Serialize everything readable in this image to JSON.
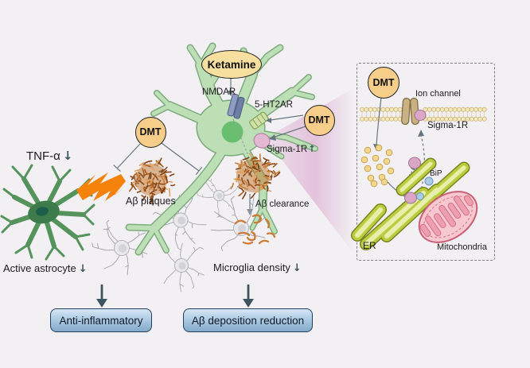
{
  "scene": {
    "tnf": {
      "text": "TNF-α",
      "arrow": "↓"
    },
    "active_astrocyte": {
      "text": "Active astrocyte",
      "arrow": "↓"
    },
    "ab_plaques": "Aβ plaques",
    "ab_clearance": "Aβ clearance",
    "microglia_density": {
      "text": "Microglia density",
      "arrow": "↓"
    },
    "ketamine": "Ketamine",
    "dmt": "DMT",
    "nmdar": "NMDAR",
    "ht2ar": "5-HT2AR",
    "sigma1r": {
      "text": "Sigma-1R",
      "arrow": "↑"
    }
  },
  "outcomes": {
    "anti_inflammatory": "Anti-inflammatory",
    "ab_deposition_reduction": "Aβ deposition reduction"
  },
  "inset": {
    "dmt": "DMT",
    "ion_channel": "Ion channel",
    "sigma1r": "Sigma-1R",
    "bip": "BiP",
    "er": "ER",
    "mitochondria": "Mitochondria"
  },
  "colors": {
    "background": "#F2F0F3",
    "neuron_fill": "#BCDFB6",
    "neuron_outline": "#7FAC7F",
    "nucleus": "#69BE70",
    "astrocyte": "#55935C",
    "plaque": "#A85A20",
    "drug_fill": "#F6CE8A",
    "ketamine_fill": "#F7DF9F",
    "outcome_border": "#24405C",
    "cone_pink": "#DFB7D6",
    "arrow": "#66757F"
  }
}
